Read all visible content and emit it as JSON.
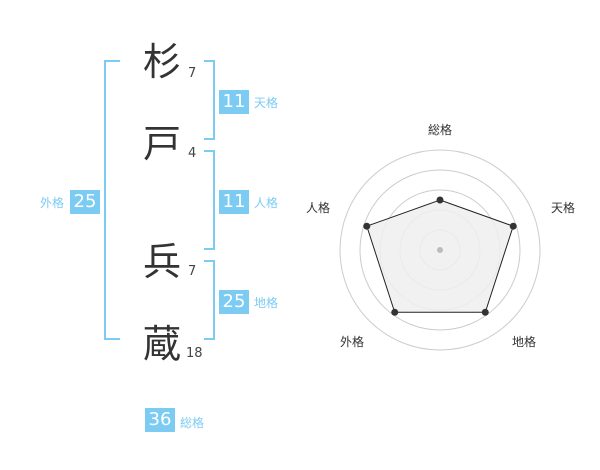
{
  "name": {
    "chars": [
      {
        "char": "杉",
        "strokes": "7"
      },
      {
        "char": "戸",
        "strokes": "4"
      },
      {
        "char": "兵",
        "strokes": "7"
      },
      {
        "char": "蔵",
        "strokes": "18"
      }
    ]
  },
  "fortunes": {
    "tenkaku": {
      "label": "天格",
      "value": "11"
    },
    "jinkaku": {
      "label": "人格",
      "value": "11"
    },
    "chikaku": {
      "label": "地格",
      "value": "25"
    },
    "gaikaku": {
      "label": "外格",
      "value": "25"
    },
    "soukaku": {
      "label": "総格",
      "value": "36"
    }
  },
  "radar": {
    "axes": [
      "総格",
      "天格",
      "地格",
      "外格",
      "人格"
    ],
    "values": [
      0.5,
      0.77,
      0.77,
      0.77,
      0.77
    ],
    "colors": {
      "fill": "#eeeeee",
      "stroke": "#222222",
      "rings": "#cccccc"
    }
  },
  "colors": {
    "accent": "#7ccbf3"
  }
}
